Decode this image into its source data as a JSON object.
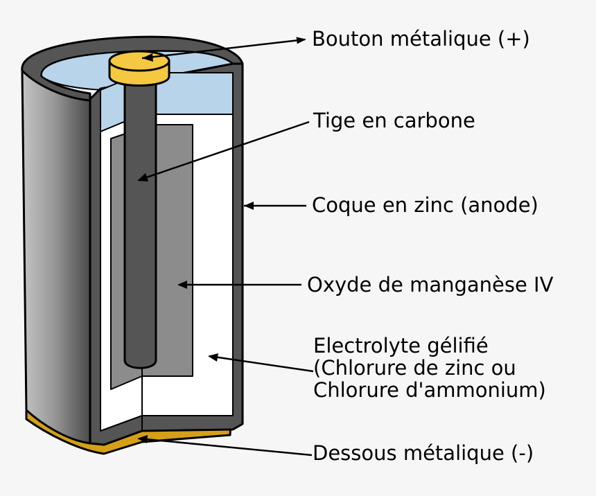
{
  "labels": {
    "button": "Bouton métalique (+)",
    "rod": "Tige en carbone",
    "shell": "Coque en zinc (anode)",
    "oxide": "Oxyde de manganèse IV",
    "electrolyte": [
      "Electrolyte gélifié",
      "(Chlorure de zinc ou",
      "Chlorure d'ammonium)"
    ],
    "bottom": "Dessous métalique (-)"
  },
  "colors": {
    "background": "#f6f6f6",
    "zinc_shell": "#555555",
    "shell_outer_light": "#c9c9c9",
    "shell_outer_dark": "#4a4a4a",
    "top_seal": "#b8d4ea",
    "button": "#f5c842",
    "carbon_rod": "#555555",
    "manganese_oxide": "#8c8c8c",
    "electrolyte": "#ffffff",
    "bottom_cap": "#d4a017"
  }
}
